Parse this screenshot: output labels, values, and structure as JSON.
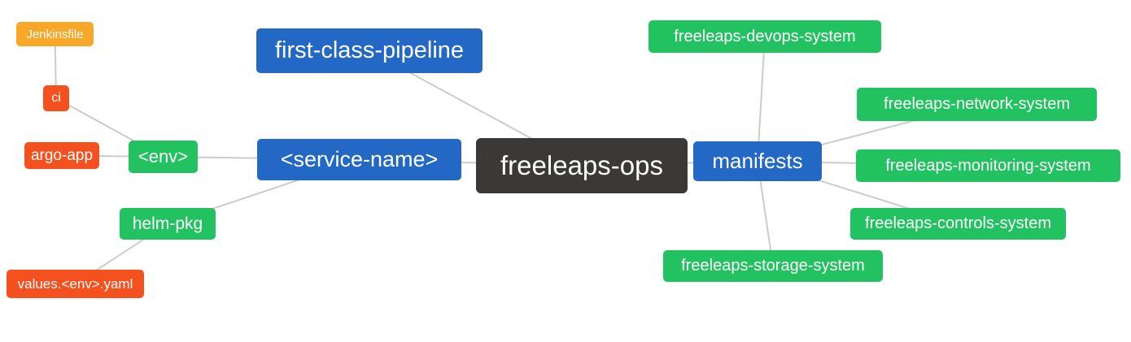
{
  "diagram": {
    "type": "mindmap",
    "root_label": "freeleaps-ops",
    "colors": {
      "background": "#ffffff",
      "edge": "#cccccc",
      "branch_blue": "#2368c5",
      "leaf_green": "#21c25f",
      "accent_orange": "#f8a728",
      "accent_red": "#f4511e",
      "root_dark": "#3b3838",
      "node_text": "#ffffff"
    },
    "nodes": {
      "jenkinsfile": {
        "label": "Jenkinsfile"
      },
      "ci": {
        "label": "ci"
      },
      "argo_app": {
        "label": "argo-app"
      },
      "env": {
        "label": "<env>"
      },
      "helm_pkg": {
        "label": "helm-pkg"
      },
      "values_yaml": {
        "label": "values.<env>.yaml"
      },
      "first_class": {
        "label": "first-class-pipeline"
      },
      "service_name": {
        "label": "<service-name>"
      },
      "freeleaps_ops": {
        "label": "freeleaps-ops"
      },
      "manifests": {
        "label": "manifests"
      },
      "devops": {
        "label": "freeleaps-devops-system"
      },
      "network": {
        "label": "freeleaps-network-system"
      },
      "monitoring": {
        "label": "freeleaps-monitoring-system"
      },
      "controls": {
        "label": "freeleaps-controls-system"
      },
      "storage": {
        "label": "freeleaps-storage-system"
      }
    },
    "edges": [
      [
        "Jenkinsfile",
        "ci"
      ],
      [
        "ci",
        "<env>"
      ],
      [
        "argo-app",
        "<env>"
      ],
      [
        "<env>",
        "<service-name>"
      ],
      [
        "helm-pkg",
        "<service-name>"
      ],
      [
        "values.<env>.yaml",
        "helm-pkg"
      ],
      [
        "<service-name>",
        "freeleaps-ops"
      ],
      [
        "first-class-pipeline",
        "freeleaps-ops"
      ],
      [
        "freeleaps-ops",
        "manifests"
      ],
      [
        "manifests",
        "freeleaps-devops-system"
      ],
      [
        "manifests",
        "freeleaps-network-system"
      ],
      [
        "manifests",
        "freeleaps-monitoring-system"
      ],
      [
        "manifests",
        "freeleaps-controls-system"
      ],
      [
        "manifests",
        "freeleaps-storage-system"
      ]
    ]
  }
}
